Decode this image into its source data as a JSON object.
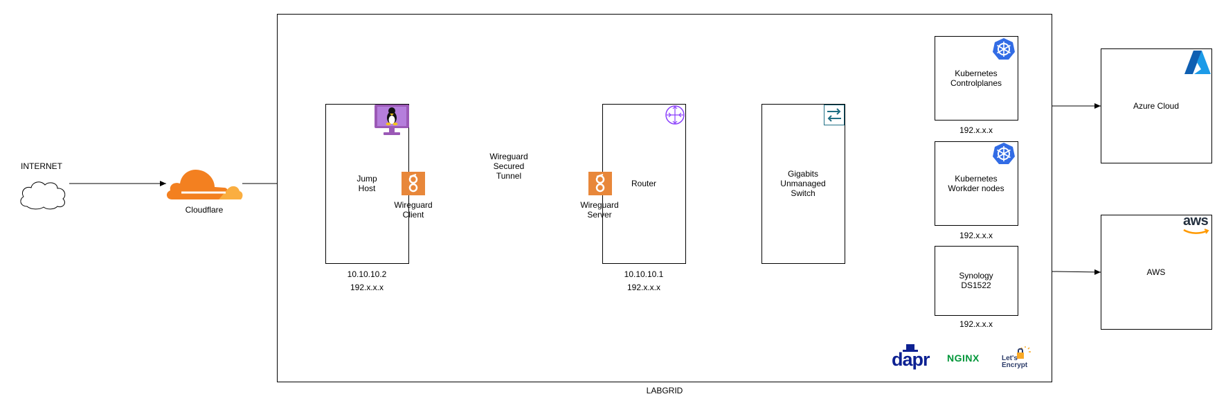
{
  "colors": {
    "cloudflare_orange": "#F38020",
    "cloudflare_light": "#FAAE40",
    "wireguard_orange": "#E8873A",
    "linux_purple": "#9B59B6",
    "router_purple": "#8A3FFC",
    "switch_teal": "#1E6E84",
    "kubernetes_blue": "#326CE5",
    "azure_blue": "#0078D4",
    "aws_orange": "#FF9900",
    "dapr_navy": "#0D2192",
    "nginx_green": "#009639"
  },
  "internet": {
    "label": "INTERNET",
    "icon": "cloud-icon"
  },
  "cloudflare": {
    "label": "Cloudflare",
    "icon": "cloudflare-logo"
  },
  "labgrid": {
    "label": "LABGRID"
  },
  "jump_host": {
    "label": "Jump\nHost",
    "icon": "linux-desktop-icon",
    "ip1": "10.10.10.2",
    "ip2": "192.x.x.x",
    "wireguard_label": "Wireguard\nClient"
  },
  "tunnel": {
    "label": "Wireguard\nSecured\nTunnel"
  },
  "router": {
    "label": "Router",
    "icon": "router-icon",
    "ip1": "10.10.10.1",
    "ip2": "192.x.x.x",
    "wireguard_label": "Wireguard\nServer"
  },
  "switch": {
    "label": "Gigabits\nUnmanaged\nSwitch",
    "icon": "switch-icon"
  },
  "k8s_control": {
    "label": "Kubernetes\nControlplanes",
    "ip": "192.x.x.x",
    "icon": "kubernetes-icon"
  },
  "k8s_workers": {
    "label": "Kubernetes\nWorkder nodes",
    "ip": "192.x.x.x",
    "icon": "kubernetes-icon"
  },
  "synology": {
    "label": "Synology\nDS1522",
    "ip": "192.x.x.x"
  },
  "azure": {
    "label": "Azure Cloud",
    "icon": "azure-logo"
  },
  "aws": {
    "label": "AWS",
    "logo_text": "aws",
    "icon": "aws-logo"
  },
  "logos": {
    "dapr": "dapr",
    "nginx": "NGINX",
    "letsencrypt_line1": "Let's",
    "letsencrypt_line2": "Encrypt"
  }
}
